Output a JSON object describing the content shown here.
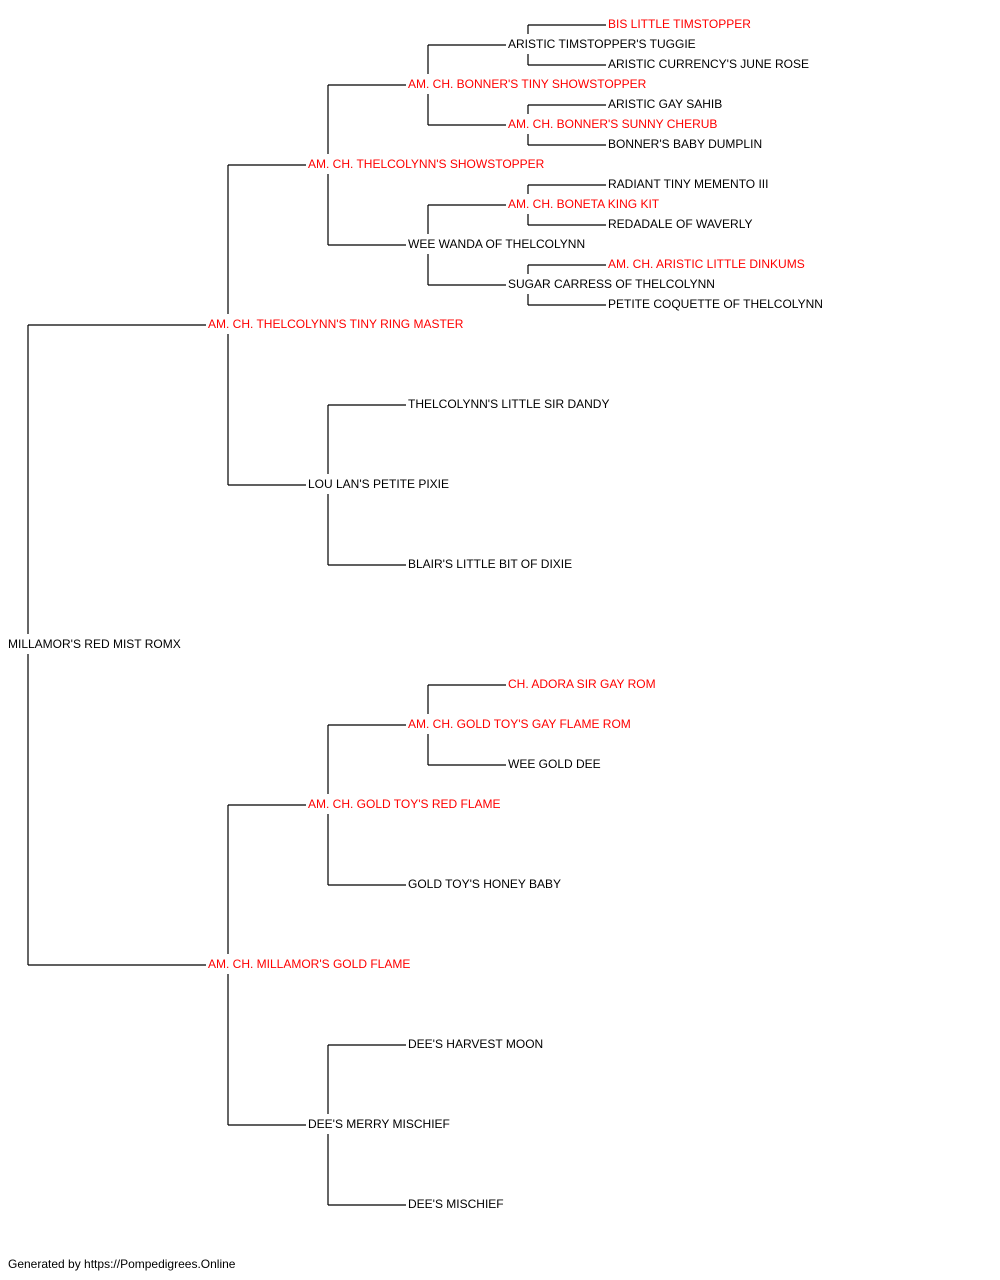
{
  "colors": {
    "champion": "#ff0000",
    "regular": "#000000",
    "line": "#000000"
  },
  "subject": {
    "name": "MILLAMOR'S RED MIST ROMX",
    "champion": false
  },
  "ancestors": {
    "s": {
      "name": "AM. CH. THELCOLYNN'S TINY RING MASTER",
      "champion": true
    },
    "d": {
      "name": "AM. CH. MILLAMOR'S GOLD FLAME",
      "champion": true
    },
    "ss": {
      "name": "AM. CH. THELCOLYNN'S SHOWSTOPPER",
      "champion": true
    },
    "sd": {
      "name": "LOU LAN'S PETITE PIXIE",
      "champion": false
    },
    "ds": {
      "name": "AM. CH. GOLD TOY'S RED FLAME",
      "champion": true
    },
    "dd": {
      "name": "DEE'S MERRY MISCHIEF",
      "champion": false
    },
    "sss": {
      "name": "AM. CH. BONNER'S TINY SHOWSTOPPER",
      "champion": true
    },
    "ssd": {
      "name": "WEE WANDA OF THELCOLYNN",
      "champion": false
    },
    "sds": {
      "name": "THELCOLYNN'S LITTLE SIR DANDY",
      "champion": false
    },
    "sdd": {
      "name": "BLAIR'S LITTLE BIT OF DIXIE",
      "champion": false
    },
    "dss": {
      "name": "AM. CH. GOLD TOY'S GAY FLAME ROM",
      "champion": true
    },
    "dsd": {
      "name": "GOLD TOY'S HONEY BABY",
      "champion": false
    },
    "dds": {
      "name": "DEE'S HARVEST MOON",
      "champion": false
    },
    "ddd": {
      "name": "DEE'S MISCHIEF",
      "champion": false
    },
    "ssss": {
      "name": "ARISTIC TIMSTOPPER'S TUGGIE",
      "champion": false
    },
    "sssd": {
      "name": "AM. CH. BONNER'S SUNNY CHERUB",
      "champion": true
    },
    "ssds": {
      "name": "AM. CH. BONETA KING KIT",
      "champion": true
    },
    "ssdd": {
      "name": "SUGAR CARRESS OF THELCOLYNN",
      "champion": false
    },
    "dsss": {
      "name": "CH. ADORA SIR GAY ROM",
      "champion": true
    },
    "dssd": {
      "name": "WEE GOLD DEE",
      "champion": false
    },
    "sssss": {
      "name": "BIS LITTLE TIMSTOPPER",
      "champion": true
    },
    "ssssd": {
      "name": "ARISTIC CURRENCY'S JUNE ROSE",
      "champion": false
    },
    "sssds": {
      "name": "ARISTIC GAY SAHIB",
      "champion": false
    },
    "sssdd": {
      "name": "BONNER'S BABY DUMPLIN",
      "champion": false
    },
    "ssdss": {
      "name": "RADIANT TINY MEMENTO III",
      "champion": false
    },
    "ssdsd": {
      "name": "REDADALE OF WAVERLY",
      "champion": false
    },
    "ssdds": {
      "name": "AM. CH. ARISTIC LITTLE DINKUMS",
      "champion": true
    },
    "ssddd": {
      "name": "PETITE COQUETTE OF THELCOLYNN",
      "champion": false
    }
  },
  "footer": "Generated by https://Pompedigrees.Online"
}
